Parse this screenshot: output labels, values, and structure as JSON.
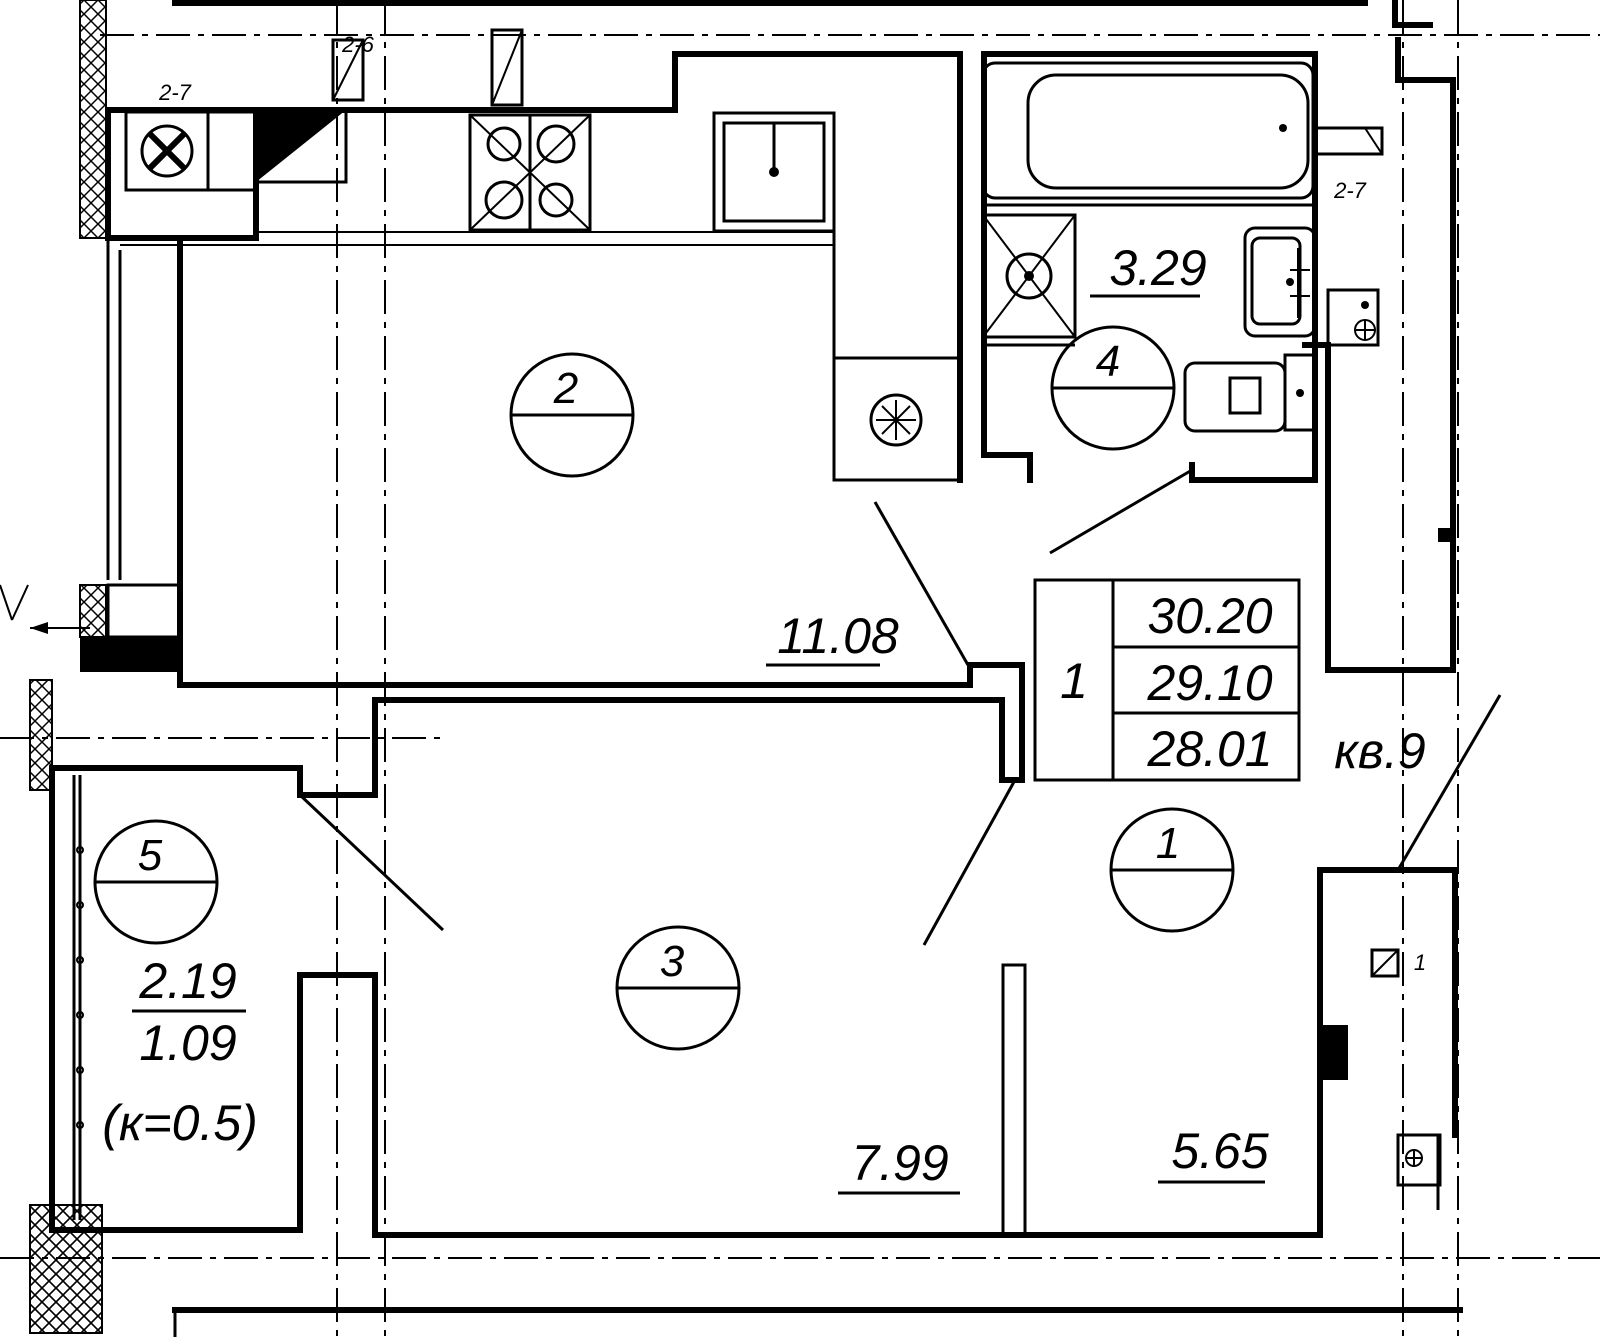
{
  "rooms": [
    {
      "number": "1",
      "area": "5.65"
    },
    {
      "number": "2",
      "area": "11.08"
    },
    {
      "number": "3",
      "area": "7.99"
    },
    {
      "number": "4",
      "area": "3.29"
    },
    {
      "number": "5",
      "area": "2.19",
      "area_reduced": "1.09",
      "coefficient": "(к=0.5)"
    }
  ],
  "apartment": {
    "label": "кв.9",
    "count": "1",
    "total_area": "30.20",
    "living_area_with_balcony": "29.10",
    "area_without_balcony": "28.01"
  },
  "riser_tags": [
    "2-7",
    "2-6",
    "2-7",
    "1"
  ]
}
